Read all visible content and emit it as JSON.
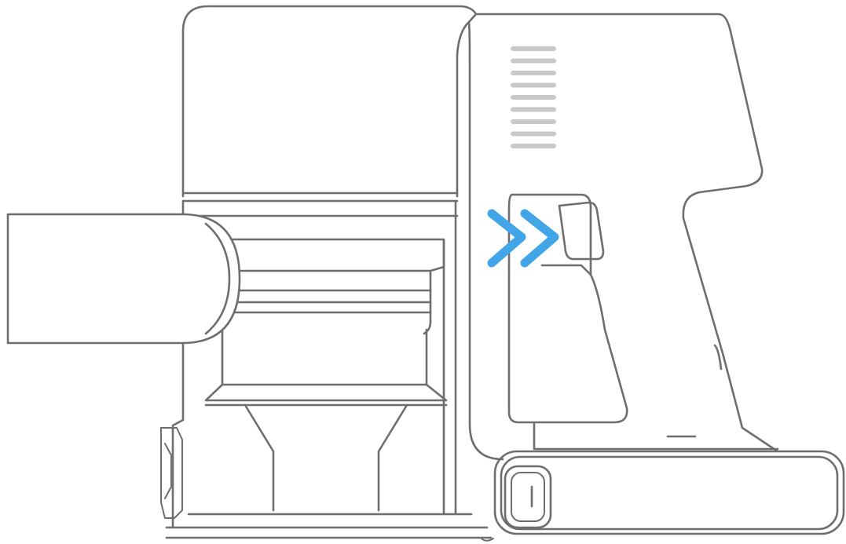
{
  "figure": {
    "subject_icon": "handheld-vacuum-side-view",
    "indicator_icon": "double-chevron-right",
    "colors": {
      "outline": "#6e6e6e",
      "vent": "#c8c8c8",
      "accent": "#42a5e8",
      "background": "#ffffff"
    },
    "vent_slot_count": 9
  }
}
